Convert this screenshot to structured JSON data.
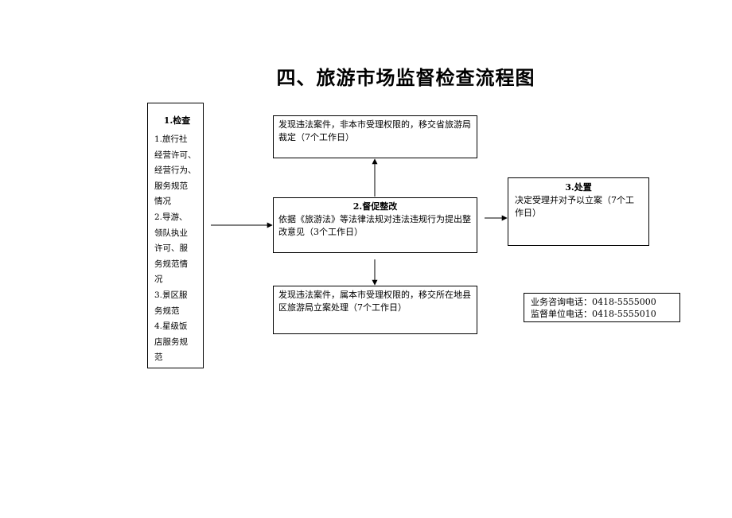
{
  "title": "四、旅游市场监督检查流程图",
  "check": {
    "heading": "1.检查",
    "lines": [
      "1.旅行社",
      "经营许可、",
      "经营行为、",
      "服务规范",
      "情况",
      "2.导游、",
      "领队执业",
      "许可、服",
      "务规范情",
      "况",
      "3.景区服",
      "务规范",
      "4.星级饭",
      "店服务规",
      "范"
    ]
  },
  "top_box": {
    "text": "发现违法案件，非本市受理权限的，移交省旅游局裁定（7个工作日）"
  },
  "mid_box": {
    "heading": "2.督促整改",
    "text": "依据《旅游法》等法律法规对违法违规行为提出整改意见（3个工作日）"
  },
  "bottom_box": {
    "text": "发现违法案件，属本市受理权限的，移交所在地县区旅游局立案处理（7个工作日）"
  },
  "dispose_box": {
    "heading": "3.处置",
    "text": "决定受理并对予以立案（7个工作日）"
  },
  "contact": {
    "consult": "业务咨询电话：0418-5555000",
    "supervise": "监督单位电话：0418-5555010"
  }
}
